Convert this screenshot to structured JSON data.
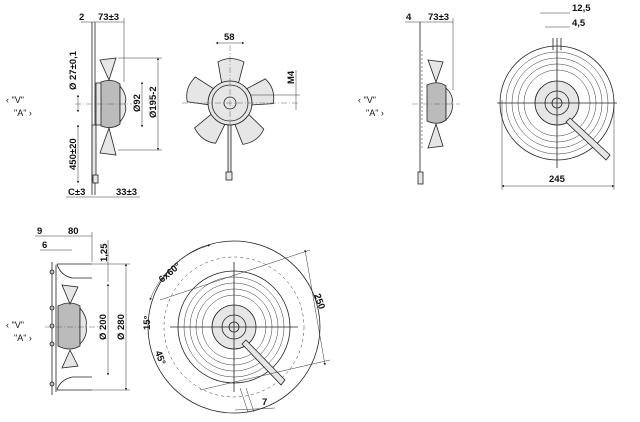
{
  "view_labels": {
    "v": "‹ \"V\"",
    "a": "\"A\" ›"
  },
  "drawing1_side": {
    "d1": "2",
    "d2": "73±3",
    "d3": "Ø 27±0,1",
    "d4": "Ø92",
    "d5": "Ø195-2",
    "d6": "450±20",
    "d7": "C±3",
    "d8": "33±3"
  },
  "drawing2_front": {
    "d1": "58",
    "d2": "M4"
  },
  "drawing3_side": {
    "d1": "4",
    "d2": "73±3"
  },
  "drawing4_front": {
    "d1": "12,5",
    "d2": "4,5",
    "d3": "245"
  },
  "drawing5_side": {
    "d1": "9",
    "d2": "80",
    "d3": "6",
    "d4": "1,25",
    "d5": "Ø 200",
    "d6": "Ø 280"
  },
  "drawing6_front": {
    "d1": "6x60°",
    "d2": "15°",
    "d3": "45°",
    "d4": "250",
    "d5": "7"
  }
}
